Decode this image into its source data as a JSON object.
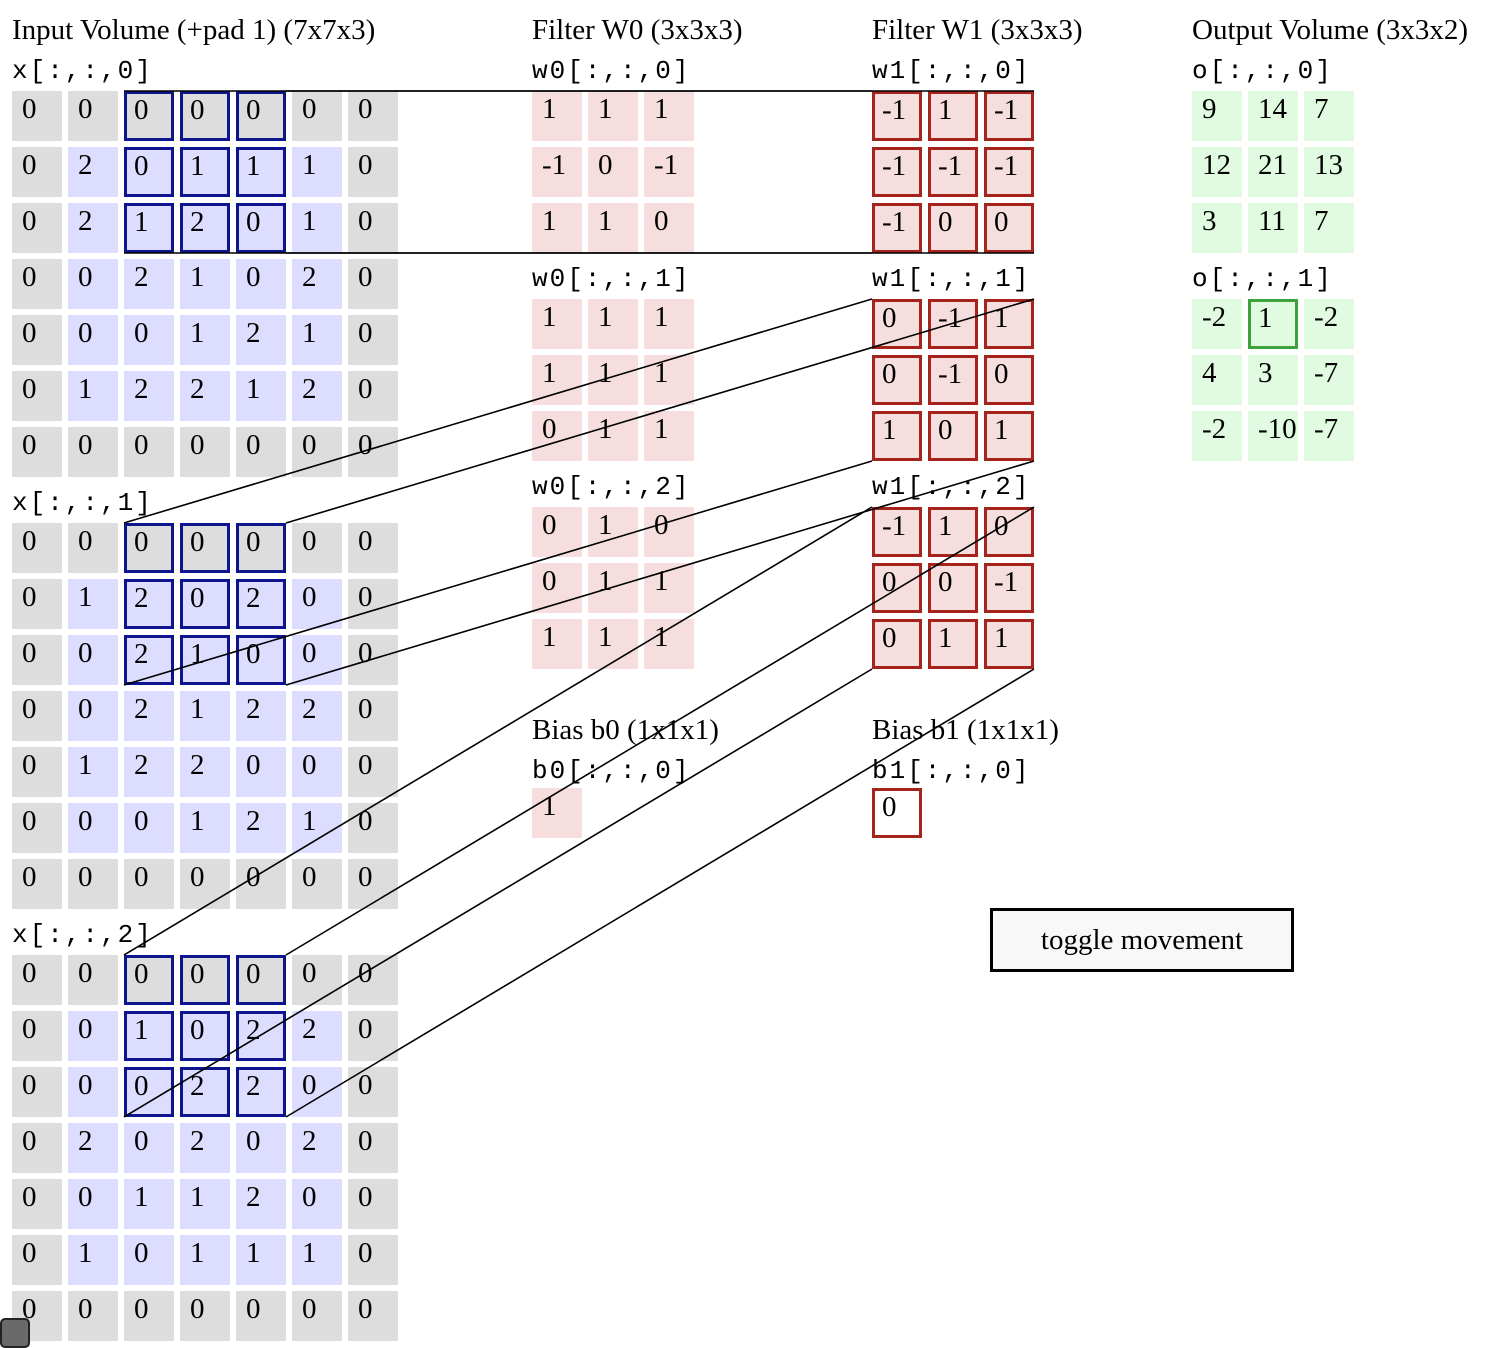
{
  "titles": {
    "input": "Input Volume (+pad 1) (7x7x3)",
    "w0": "Filter W0 (3x3x3)",
    "w1": "Filter W1 (3x3x3)",
    "output": "Output Volume (3x3x2)",
    "b0": "Bias b0 (1x1x1)",
    "b1": "Bias b1 (1x1x1)"
  },
  "input": {
    "labels": [
      "x[:,:,0]",
      "x[:,:,1]",
      "x[:,:,2]"
    ],
    "slices": [
      [
        [
          "0",
          "0",
          "0",
          "0",
          "0",
          "0",
          "0"
        ],
        [
          "0",
          "2",
          "0",
          "1",
          "1",
          "1",
          "0"
        ],
        [
          "0",
          "2",
          "1",
          "2",
          "0",
          "1",
          "0"
        ],
        [
          "0",
          "0",
          "2",
          "1",
          "0",
          "2",
          "0"
        ],
        [
          "0",
          "0",
          "0",
          "1",
          "2",
          "1",
          "0"
        ],
        [
          "0",
          "1",
          "2",
          "2",
          "1",
          "2",
          "0"
        ],
        [
          "0",
          "0",
          "0",
          "0",
          "0",
          "0",
          "0"
        ]
      ],
      [
        [
          "0",
          "0",
          "0",
          "0",
          "0",
          "0",
          "0"
        ],
        [
          "0",
          "1",
          "2",
          "0",
          "2",
          "0",
          "0"
        ],
        [
          "0",
          "0",
          "2",
          "1",
          "0",
          "0",
          "0"
        ],
        [
          "0",
          "0",
          "2",
          "1",
          "2",
          "2",
          "0"
        ],
        [
          "0",
          "1",
          "2",
          "2",
          "0",
          "0",
          "0"
        ],
        [
          "0",
          "0",
          "0",
          "1",
          "2",
          "1",
          "0"
        ],
        [
          "0",
          "0",
          "0",
          "0",
          "0",
          "0",
          "0"
        ]
      ],
      [
        [
          "0",
          "0",
          "0",
          "0",
          "0",
          "0",
          "0"
        ],
        [
          "0",
          "0",
          "1",
          "0",
          "2",
          "2",
          "0"
        ],
        [
          "0",
          "0",
          "0",
          "2",
          "2",
          "0",
          "0"
        ],
        [
          "0",
          "2",
          "0",
          "2",
          "0",
          "2",
          "0"
        ],
        [
          "0",
          "0",
          "1",
          "1",
          "2",
          "0",
          "0"
        ],
        [
          "0",
          "1",
          "0",
          "1",
          "1",
          "1",
          "0"
        ],
        [
          "0",
          "0",
          "0",
          "0",
          "0",
          "0",
          "0"
        ]
      ]
    ],
    "window": {
      "row": 0,
      "col": 2
    }
  },
  "w0": {
    "labels": [
      "w0[:,:,0]",
      "w0[:,:,1]",
      "w0[:,:,2]"
    ],
    "slices": [
      [
        [
          "1",
          "1",
          "1"
        ],
        [
          "-1",
          "0",
          "-1"
        ],
        [
          "1",
          "1",
          "0"
        ]
      ],
      [
        [
          "1",
          "1",
          "1"
        ],
        [
          "1",
          "1",
          "1"
        ],
        [
          "0",
          "1",
          "1"
        ]
      ],
      [
        [
          "0",
          "1",
          "0"
        ],
        [
          "0",
          "1",
          "1"
        ],
        [
          "1",
          "1",
          "1"
        ]
      ]
    ]
  },
  "w1": {
    "labels": [
      "w1[:,:,0]",
      "w1[:,:,1]",
      "w1[:,:,2]"
    ],
    "slices": [
      [
        [
          "-1",
          "1",
          "-1"
        ],
        [
          "-1",
          "-1",
          "-1"
        ],
        [
          "-1",
          "0",
          "0"
        ]
      ],
      [
        [
          "0",
          "-1",
          "1"
        ],
        [
          "0",
          "-1",
          "0"
        ],
        [
          "1",
          "0",
          "1"
        ]
      ],
      [
        [
          "-1",
          "1",
          "0"
        ],
        [
          "0",
          "0",
          "-1"
        ],
        [
          "0",
          "1",
          "1"
        ]
      ]
    ]
  },
  "b0": {
    "label": "b0[:,:,0]",
    "value": "1"
  },
  "b1": {
    "label": "b1[:,:,0]",
    "value": "0"
  },
  "output": {
    "labels": [
      "o[:,:,0]",
      "o[:,:,1]"
    ],
    "slices": [
      [
        [
          "9",
          "14",
          "7"
        ],
        [
          "12",
          "21",
          "13"
        ],
        [
          "3",
          "11",
          "7"
        ]
      ],
      [
        [
          "-2",
          "1",
          "-2"
        ],
        [
          "4",
          "3",
          "-7"
        ],
        [
          "-2",
          "-10",
          "-7"
        ]
      ]
    ],
    "highlight": {
      "slice": 1,
      "row": 0,
      "col": 1
    }
  },
  "toggle": {
    "label": "toggle movement"
  }
}
